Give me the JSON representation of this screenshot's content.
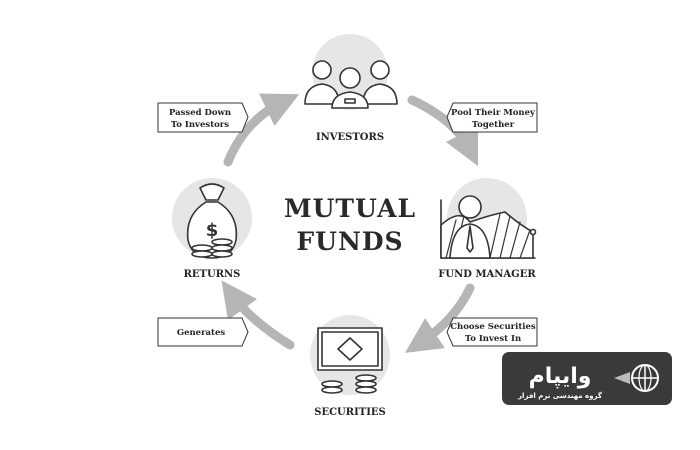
{
  "title": {
    "line1": "MUTUAL",
    "line2": "FUNDS"
  },
  "nodes": {
    "investors": "INVESTORS",
    "fund_manager": "FUND MANAGER",
    "securities": "SECURITIES",
    "returns": "RETURNS"
  },
  "steps": {
    "pool": {
      "line1": "Pool Their Money",
      "line2": "Together"
    },
    "choose": {
      "line1": "Choose Securities",
      "line2": "To Invest In"
    },
    "generates": {
      "line1": "Generates"
    },
    "passed": {
      "line1": "Passed Down",
      "line2": "To Investors"
    }
  },
  "watermark": {
    "name": "وایپام",
    "tagline": "گروه مهندسی نرم افزار"
  },
  "colors": {
    "circle": "#e6e6e6",
    "arrow": "#b5b5b5",
    "ink": "#222222",
    "logo_bg": "#3a3a3a"
  }
}
